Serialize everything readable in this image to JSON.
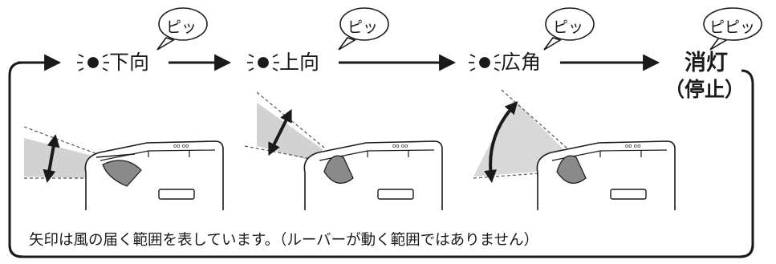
{
  "sequence": {
    "steps": [
      {
        "beep": "ピッ",
        "label": "下向"
      },
      {
        "beep": "ピッ",
        "label": "上向"
      },
      {
        "beep": "ピッ",
        "label": "広角"
      }
    ],
    "off": {
      "beep": "ピピッ",
      "label_line1": "消灯",
      "label_line2": "（停止）"
    }
  },
  "caption": "矢印は風の届く範囲を表しています。（ルーバーが動く範囲ではありません）",
  "colors": {
    "ink": "#1a1a1a",
    "beam": "#cfcfcf"
  },
  "icons": [
    "lit-indicator-icon",
    "flow-arrow",
    "range-arrow-icon"
  ]
}
